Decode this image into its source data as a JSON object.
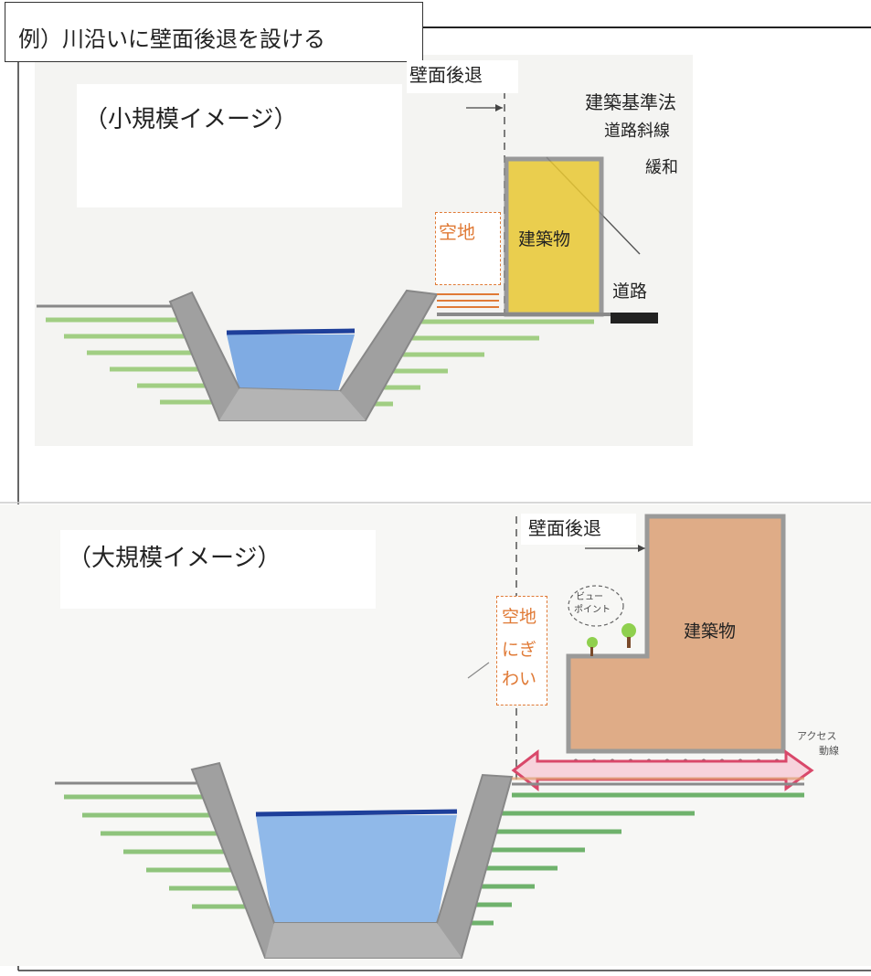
{
  "caption": "例）川沿いに壁面後退を設ける",
  "small_scale": {
    "title": "（小規模イメージ）",
    "wall_setback": "壁面後退",
    "building_standards_law": "建築基準法",
    "road_slope_line": "道路斜線",
    "relaxation": "緩和",
    "open_space": "空地",
    "building": "建築物",
    "road": "道路"
  },
  "large_scale": {
    "title": "（大規模イメージ）",
    "wall_setback": "壁面後退",
    "open_space": "空地",
    "bustle_line1": "にぎ",
    "bustle_line2": "わい",
    "building": "建築物",
    "view_point_line1": "ビュー",
    "view_point_line2": "ポイント",
    "access_line1": "アクセス",
    "access_line2": "動線"
  },
  "colors": {
    "water": "#5a8fd8",
    "water_surface": "#1e3f9a",
    "concrete": "#9a9a9a",
    "grass": "#7cb95a",
    "building_small": "#e7c42a",
    "building_large": "#d99a6a",
    "access_arrow": "#d9486a",
    "label_orange": "#e07a36"
  }
}
